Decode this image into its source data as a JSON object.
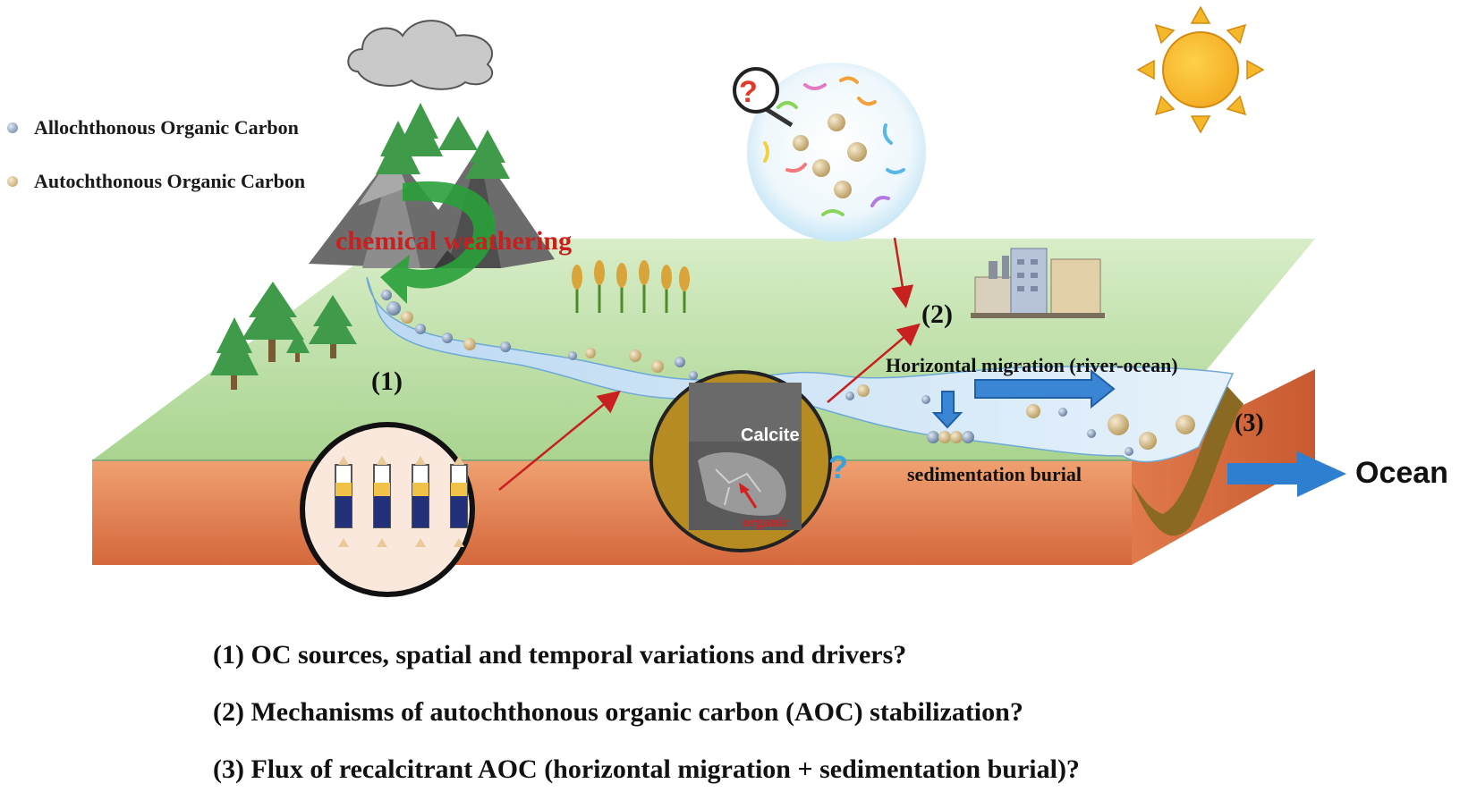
{
  "legend": {
    "allochthonous": "Allochthonous Organic Carbon",
    "autochthonous": "Autochthonous Organic Carbon",
    "allochthonous_color": "#7b8ea6",
    "autochthonous_color": "#c9b27a"
  },
  "labels": {
    "chemical_weathering": "chemical weathering",
    "marker_1": "(1)",
    "marker_2": "(2)",
    "marker_3": "(3)",
    "horizontal_migration": "Horizontal migration (river-ocean)",
    "sedimentation_burial": "sedimentation burial",
    "ocean": "Ocean",
    "calcite": "Calcite",
    "organic": "organic",
    "unknown_mark": "?"
  },
  "questions": [
    "(1) OC sources, spatial and temporal variations and drivers?",
    "(2) Mechanisms of autochthonous organic carbon (AOC) stabilization?",
    "(3) Flux of recalcitrant AOC (horizontal migration + sedimentation burial)?"
  ],
  "colors": {
    "land": "#c5e3b0",
    "soil": "#e8895a",
    "river": "#cfe6f7",
    "arrow_red": "#c8201e",
    "arrow_blue": "#2e7fd0",
    "sun": "#f5b82a"
  }
}
